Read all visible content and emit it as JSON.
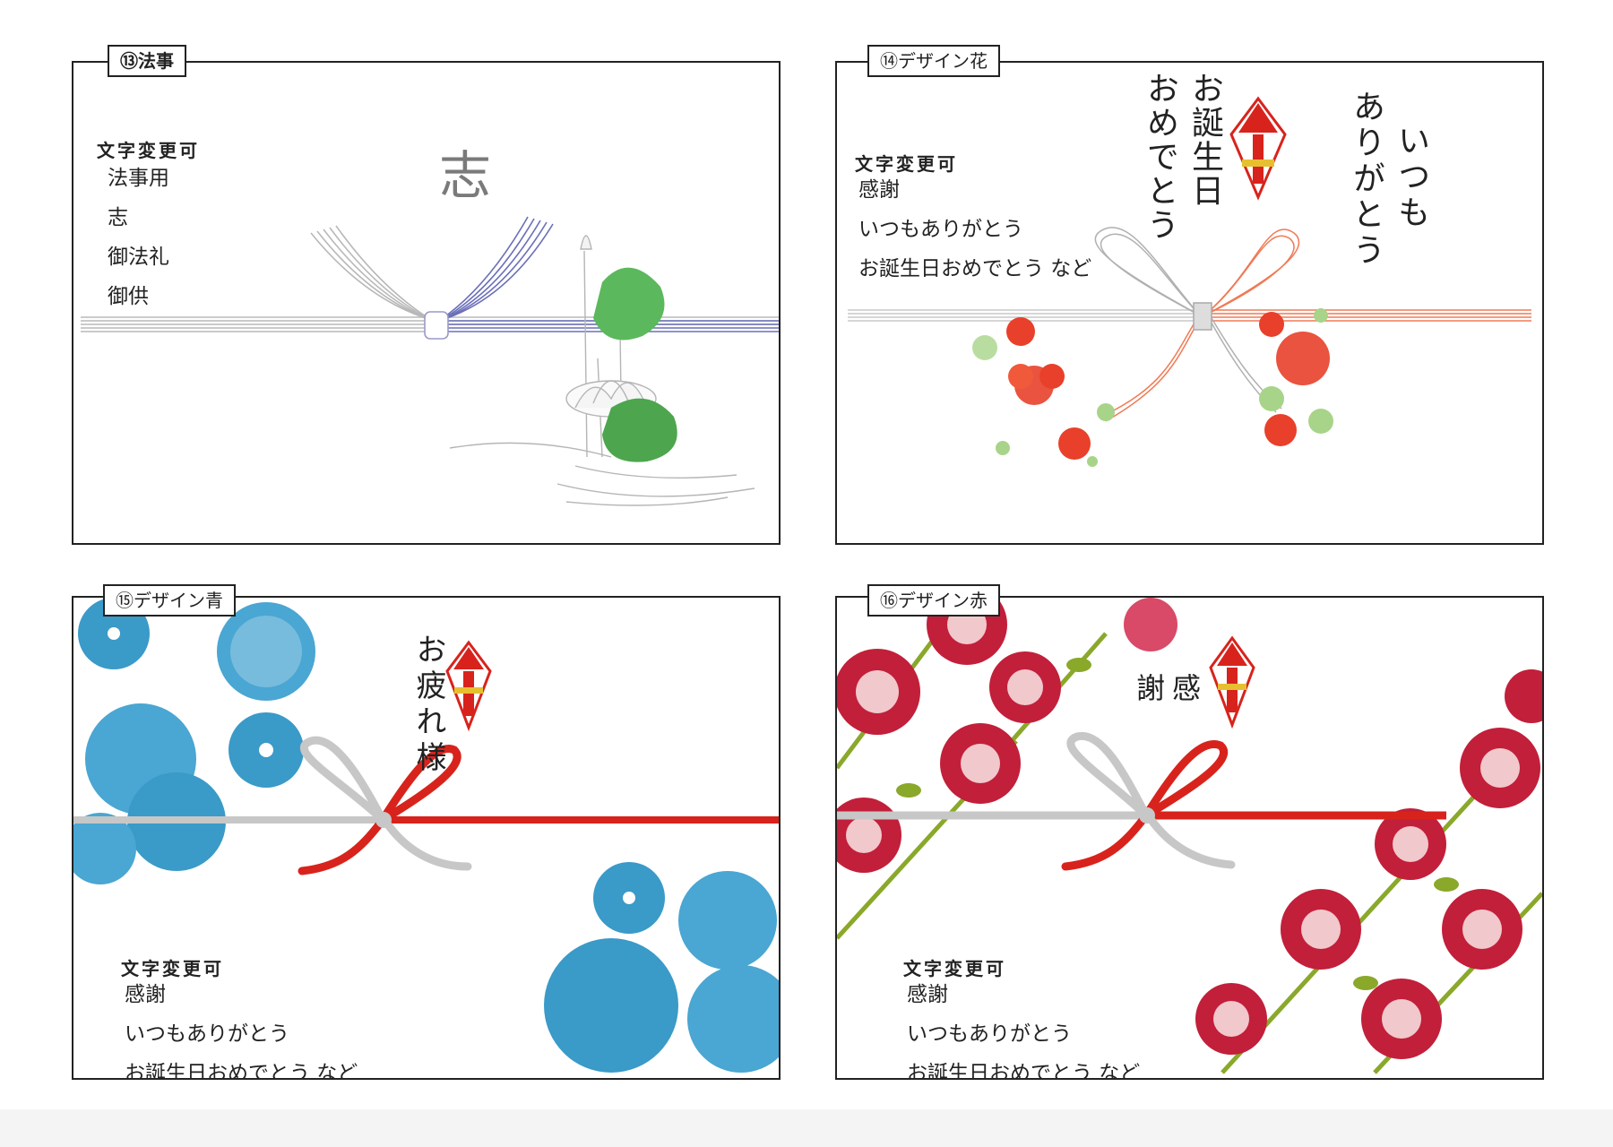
{
  "cards": [
    {
      "label": "⑬法事",
      "editable_heading": "文字変更可",
      "options": [
        "法事用",
        "志",
        "御法礼",
        "御供"
      ],
      "vertical_text": [
        "志"
      ],
      "colors": {
        "cord_dark": "#6b6fb8",
        "cord_light": "#b8b8b8",
        "leaf": "#5cb85c"
      }
    },
    {
      "label": "⑭デザイン花",
      "editable_heading": "文字変更可",
      "options": [
        "感謝",
        "いつもありがとう",
        "お誕生日おめでとう など"
      ],
      "vertical_text": [
        "いつも",
        "ありがとう",
        "お誕生日",
        "おめでとう"
      ],
      "colors": {
        "cord_red": "#f07a55",
        "cord_silver": "#b0b0b0",
        "flower": "#e8402a",
        "leaf_dot": "#a8d48a"
      }
    },
    {
      "label": "⑮デザイン青",
      "editable_heading": "文字変更可",
      "options": [
        "感謝",
        "いつもありがとう",
        "お誕生日おめでとう など"
      ],
      "vertical_text": [
        "お疲れ様"
      ],
      "colors": {
        "cord_red": "#d8231c",
        "cord_silver": "#c7c7c7",
        "flower": "#3a9ac8"
      }
    },
    {
      "label": "⑯デザイン赤",
      "editable_heading": "文字変更可",
      "options": [
        "感謝",
        "いつもありがとう",
        "お誕生日おめでとう など"
      ],
      "vertical_text": [
        "感",
        "謝"
      ],
      "colors": {
        "cord_red": "#d8231c",
        "cord_silver": "#c7c7c7",
        "camellia": "#c21f3a",
        "leaf": "#8aa82a"
      }
    }
  ]
}
